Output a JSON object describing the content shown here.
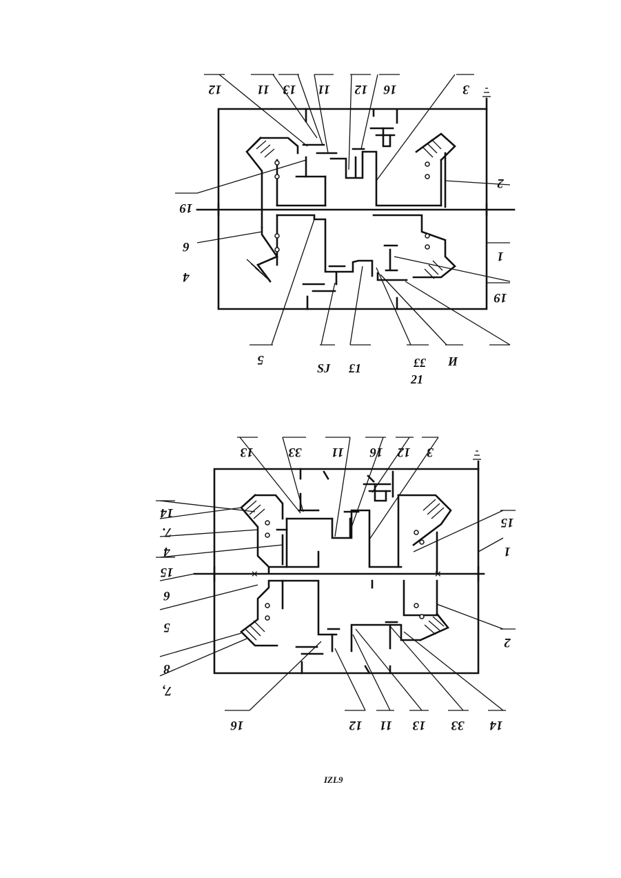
{
  "figure_top": {
    "labels_top": [
      "12",
      "11",
      "13",
      "11",
      "12",
      "16",
      "3"
    ],
    "labels_left": [
      "19",
      "6",
      "4",
      "5"
    ],
    "labels_right": [
      "2",
      "1",
      "19"
    ],
    "caption_row1": [
      "SJ",
      "£1",
      "££",
      "И"
    ],
    "caption_row2": "21"
  },
  "figure_bottom": {
    "labels_top": [
      "13",
      "33",
      "11",
      "16",
      "12",
      "3"
    ],
    "labels_left": [
      "14",
      "7.",
      "4",
      "15",
      "6",
      "5",
      "8",
      "7,"
    ],
    "labels_right": [
      "15",
      "1",
      "2"
    ],
    "labels_bottom": [
      "16",
      "12",
      "11",
      "13",
      "33",
      "14"
    ]
  },
  "footer": "IZL9"
}
